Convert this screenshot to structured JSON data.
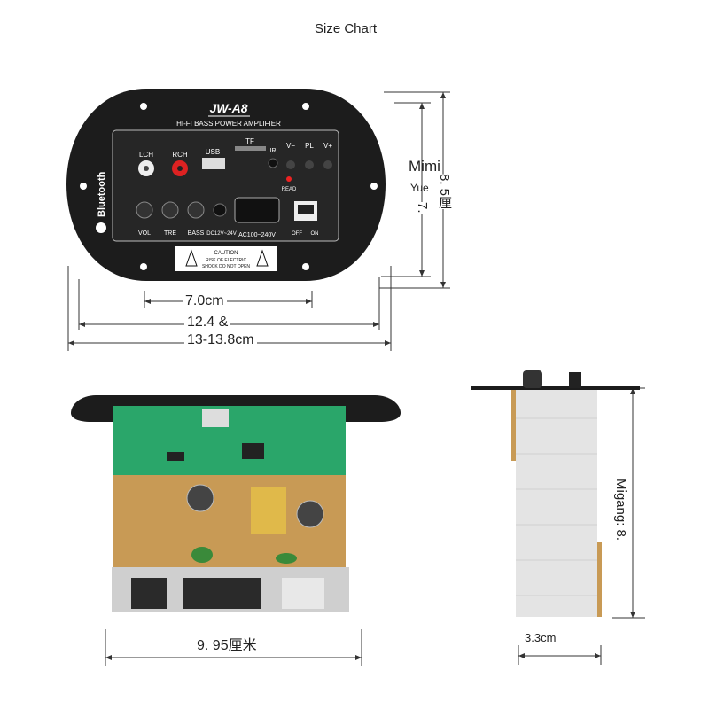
{
  "title": "Size Chart",
  "panel": {
    "model": "JW-A8",
    "subtitle": "HI-FI BASS POWER AMPLIFIER",
    "brand": "Bluetooth",
    "jacks": {
      "lch": "LCH",
      "rch": "RCH",
      "usb": "USB",
      "tf": "TF",
      "ir": "IR"
    },
    "buttons": {
      "vminus": "V−",
      "pl": "PL",
      "vplus": "V+",
      "read": "READ"
    },
    "knobs": {
      "vol": "VOL",
      "tre": "TRE",
      "bass": "BASS"
    },
    "power": {
      "dc": "DC12V~24V",
      "ac": "AC100~240V",
      "off": "OFF",
      "on": "ON"
    },
    "caution": {
      "title": "CAUTION",
      "line1": "RISK OF ELECTRIC",
      "line2": "SHOCK DO NOT OPEN"
    }
  },
  "dimensions": {
    "width_inner": "7.0cm",
    "width_mid": "12.4 &",
    "width_outer": "13-13.8cm",
    "height_label_top": "Mimi",
    "height_label_small": "Yue",
    "height_inner": "7.",
    "height_outer": "8. 5厘",
    "board_width": "9. 95厘米",
    "side_height": "Migang: 8.",
    "side_depth": "3.3cm"
  },
  "colors": {
    "panel": "#1c1c1c",
    "pcb": "#2aa66a",
    "board": "#c89a55",
    "heatsink": "#e4e4e4",
    "line": "#333333"
  }
}
